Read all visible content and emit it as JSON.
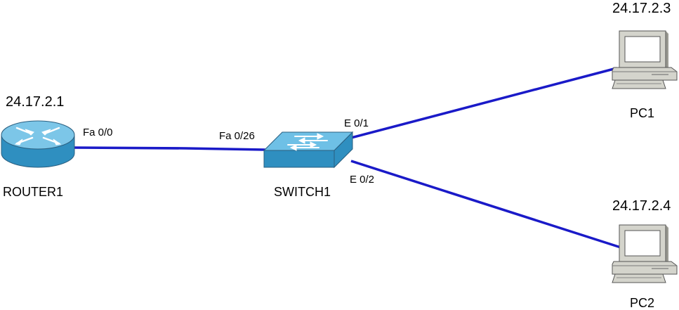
{
  "colors": {
    "link": "#1a1ac8",
    "router_body": "#2f8fc0",
    "router_top": "#7cc6e8",
    "switch_body": "#2f8fc0",
    "switch_top": "#6ec0e6",
    "pc_body": "#d4d4cc",
    "pc_dark": "#9a9a92",
    "pc_screen": "#ffffff"
  },
  "devices": {
    "router1": {
      "name": "ROUTER1",
      "ip": "24.17.2.1",
      "icon": "router-icon"
    },
    "switch1": {
      "name": "SWITCH1",
      "icon": "switch-icon"
    },
    "pc1": {
      "name": "PC1",
      "ip": "24.17.2.3",
      "icon": "computer-icon"
    },
    "pc2": {
      "name": "PC2",
      "ip": "24.17.2.4",
      "icon": "computer-icon"
    }
  },
  "links": [
    {
      "from": "router1",
      "to": "switch1",
      "from_port": "Fa 0/0",
      "to_port": "Fa 0/26"
    },
    {
      "from": "switch1",
      "to": "pc1",
      "from_port": "E 0/1"
    },
    {
      "from": "switch1",
      "to": "pc2",
      "from_port": "E 0/2"
    }
  ]
}
